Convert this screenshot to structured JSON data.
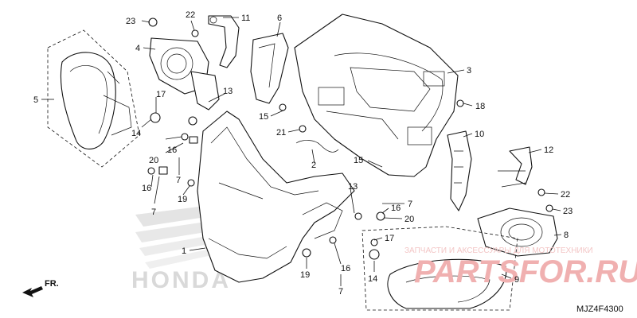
{
  "diagram_code": "MJZ4F4300",
  "direction_label": "FR.",
  "brand_watermark": "HONDA",
  "overlay_text": "ЗАПЧАСТИ И АКСЕССУАРЫ ДЛЯ МОТОТЕХНИКИ",
  "overlay_logo": "PARTSFOR.RU",
  "callouts": [
    {
      "id": "c23a",
      "text": "23"
    },
    {
      "id": "c22a",
      "text": "22"
    },
    {
      "id": "c11",
      "text": "11"
    },
    {
      "id": "c6",
      "text": "6"
    },
    {
      "id": "c4",
      "text": "4"
    },
    {
      "id": "c5",
      "text": "5"
    },
    {
      "id": "c13a",
      "text": "13"
    },
    {
      "id": "c17a",
      "text": "17"
    },
    {
      "id": "c14a",
      "text": "14"
    },
    {
      "id": "c3",
      "text": "3"
    },
    {
      "id": "c18",
      "text": "18"
    },
    {
      "id": "c15a",
      "text": "15"
    },
    {
      "id": "c21",
      "text": "21"
    },
    {
      "id": "c10",
      "text": "10"
    },
    {
      "id": "c20a",
      "text": "20"
    },
    {
      "id": "c16a",
      "text": "16"
    },
    {
      "id": "c7a",
      "text": "7"
    },
    {
      "id": "c2",
      "text": "2"
    },
    {
      "id": "c15b",
      "text": "15"
    },
    {
      "id": "c12",
      "text": "12"
    },
    {
      "id": "c16b",
      "text": "16"
    },
    {
      "id": "c19a",
      "text": "19"
    },
    {
      "id": "c7b",
      "text": "7"
    },
    {
      "id": "c13b",
      "text": "13"
    },
    {
      "id": "c7c",
      "text": "7"
    },
    {
      "id": "c16c",
      "text": "16"
    },
    {
      "id": "c20b",
      "text": "20"
    },
    {
      "id": "c22b",
      "text": "22"
    },
    {
      "id": "c23b",
      "text": "23"
    },
    {
      "id": "c1",
      "text": "1"
    },
    {
      "id": "c17b",
      "text": "17"
    },
    {
      "id": "c8",
      "text": "8"
    },
    {
      "id": "c16d",
      "text": "16"
    },
    {
      "id": "c19b",
      "text": "19"
    },
    {
      "id": "c14b",
      "text": "14"
    },
    {
      "id": "c9",
      "text": "9"
    },
    {
      "id": "c7d",
      "text": "7"
    }
  ]
}
